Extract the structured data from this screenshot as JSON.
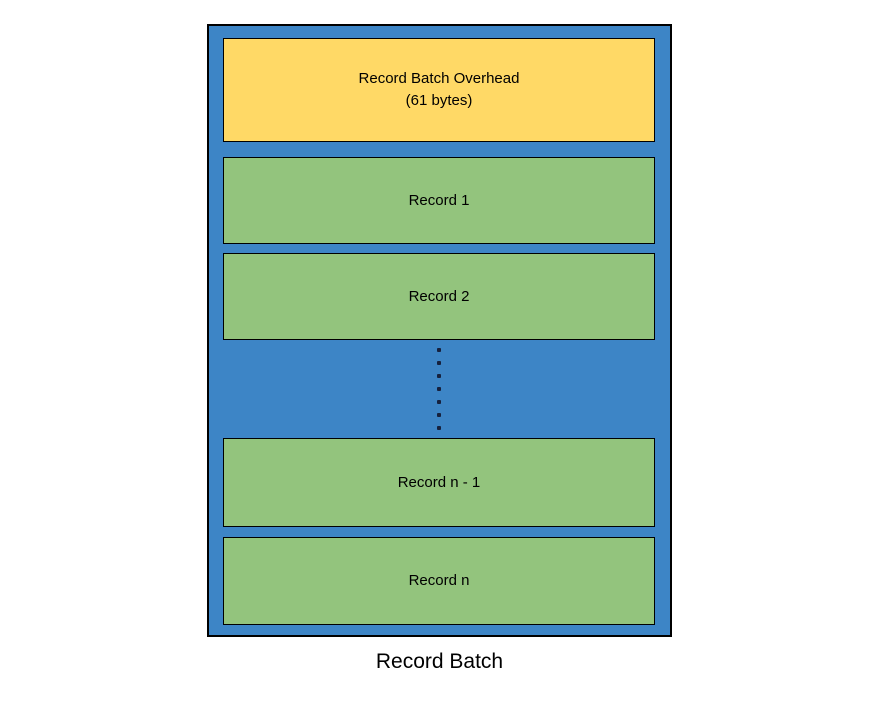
{
  "diagram": {
    "caption": "Record Batch",
    "overhead": {
      "line1": "Record Batch Overhead",
      "line2": "(61 bytes)"
    },
    "records": [
      "Record 1",
      "Record 2",
      "Record n - 1",
      "Record n"
    ],
    "ellipsis": {
      "dot_count": 7
    },
    "colors": {
      "container": "#3D85C6",
      "overhead": "#FFD966",
      "record": "#93C47D",
      "border": "#000000",
      "dot": "#16213E",
      "text": "#000000"
    }
  }
}
